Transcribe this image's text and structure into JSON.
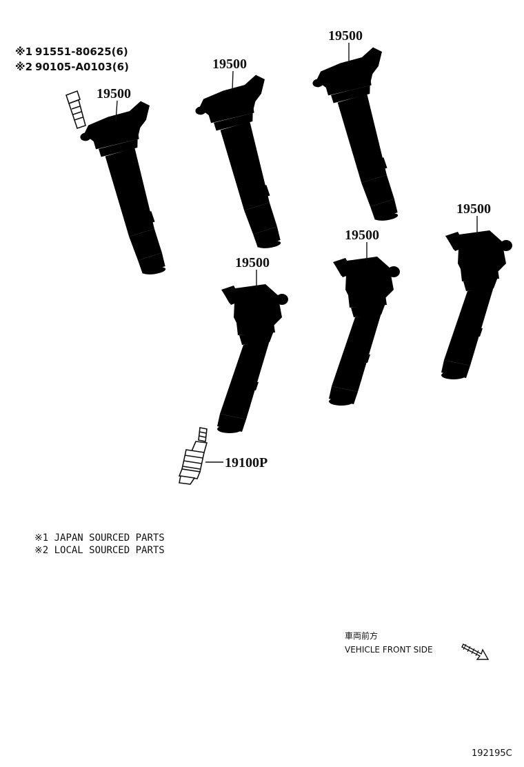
{
  "bolt_notes": {
    "note1": {
      "mark": "※1",
      "part": "91551-80625(6)"
    },
    "note2": {
      "mark": "※2",
      "part": "90105-A0103(6)"
    }
  },
  "coil_labels": [
    "19500",
    "19500",
    "19500",
    "19500",
    "19500",
    "19500"
  ],
  "spark_plug_label": "19100P",
  "footnotes": [
    "※1 JAPAN SOURCED PARTS",
    "※2 LOCAL SOURCED PARTS"
  ],
  "direction": {
    "japanese": "車両前方",
    "english": "VEHICLE FRONT SIDE"
  },
  "illustration_code": "192195C"
}
